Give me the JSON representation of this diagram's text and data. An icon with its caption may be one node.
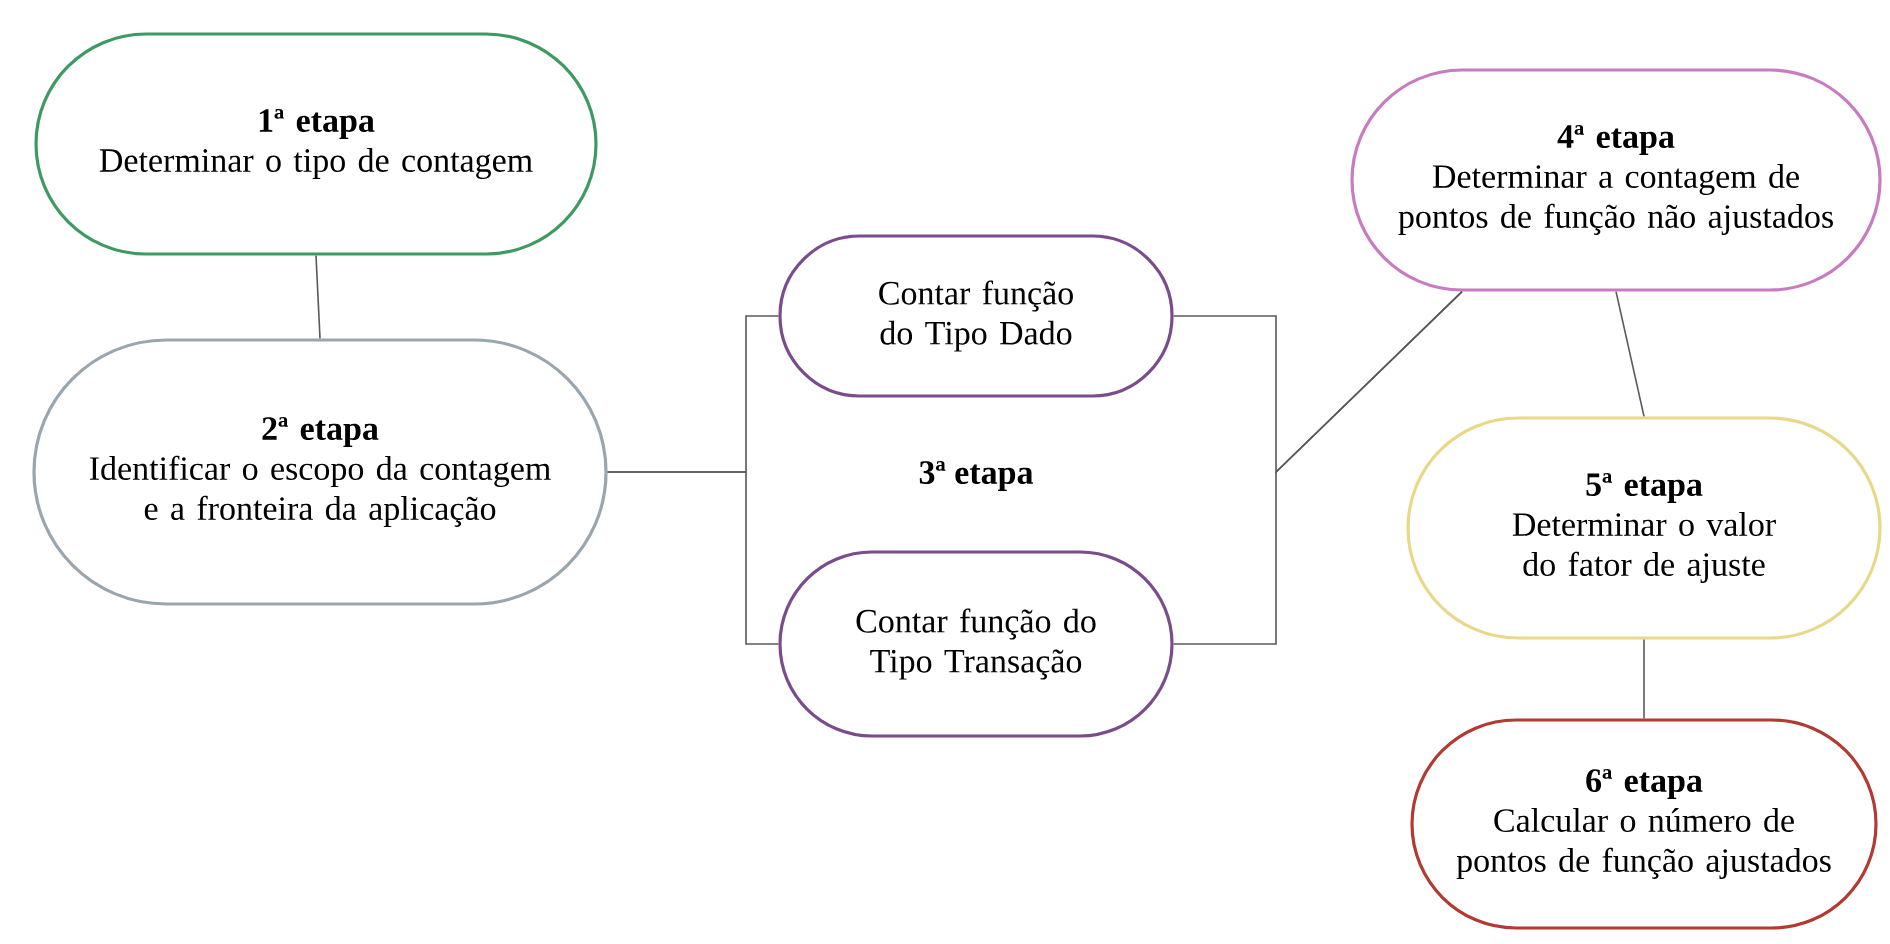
{
  "diagram": {
    "nodes": [
      {
        "text": [
          "1ª etapa",
          "Determinar o tipo de contagem"
        ]
      },
      {
        "text": [
          "2ª etapa",
          "Identificar o escopo da contagem e a fronteira da aplicação"
        ]
      },
      {
        "text": [
          "Contar função do Tipo Dado"
        ]
      },
      {
        "text": [
          "Contar função do Tipo Transação"
        ]
      },
      {
        "text": [
          "4ª etapa",
          "Determinar a contagem de pontos de função não ajustados"
        ]
      },
      {
        "text": [
          "5ª etapa",
          "Determinar o valor do fator de ajuste"
        ]
      },
      {
        "text": [
          "6ª etapa",
          "Calcular o número de pontos de função ajustados"
        ]
      }
    ],
    "edges": [
      {
        "from": 0,
        "to": 1,
        "arrow": "none"
      },
      {
        "from": 1,
        "to": 2,
        "arrow": "none"
      },
      {
        "from": 1,
        "to": 3,
        "arrow": "none"
      },
      {
        "from": 2,
        "to": 4,
        "arrow": "none"
      },
      {
        "from": 3,
        "to": 4,
        "arrow": "none"
      },
      {
        "from": 4,
        "to": 5,
        "arrow": "none"
      },
      {
        "from": 5,
        "to": 6,
        "arrow": "none"
      }
    ],
    "labels": [
      "3ª etapa"
    ]
  }
}
